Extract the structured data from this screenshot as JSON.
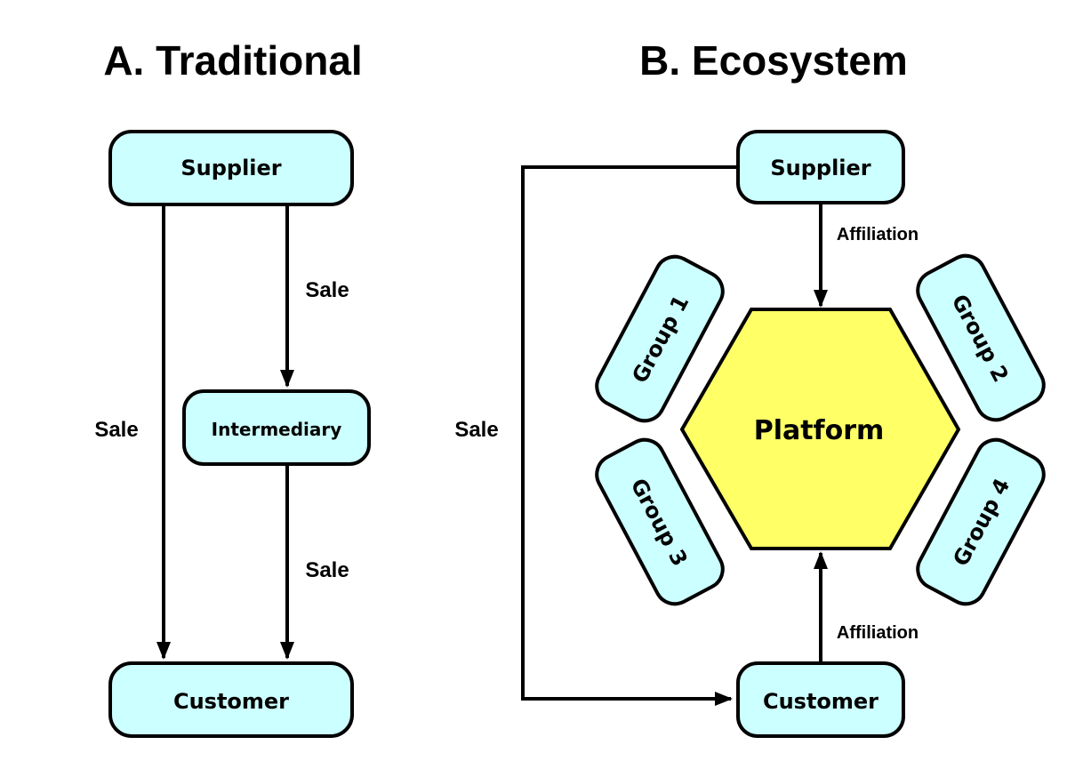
{
  "panel_a": {
    "title": "A. Traditional",
    "nodes": {
      "supplier": "Supplier",
      "intermediary": "Intermediary",
      "customer": "Customer"
    },
    "edges": {
      "direct_sale": "Sale",
      "supplier_to_intermediary": "Sale",
      "intermediary_to_customer": "Sale"
    }
  },
  "panel_b": {
    "title": "B. Ecosystem",
    "nodes": {
      "supplier": "Supplier",
      "platform": "Platform",
      "customer": "Customer",
      "group1": "Group 1",
      "group2": "Group 2",
      "group3": "Group 3",
      "group4": "Group 4"
    },
    "edges": {
      "sale": "Sale",
      "supplier_affiliation": "Affiliation",
      "customer_affiliation": "Affiliation"
    }
  },
  "colors": {
    "node_fill": "#ccffff",
    "platform_fill": "#ffff66",
    "stroke": "#000000"
  }
}
